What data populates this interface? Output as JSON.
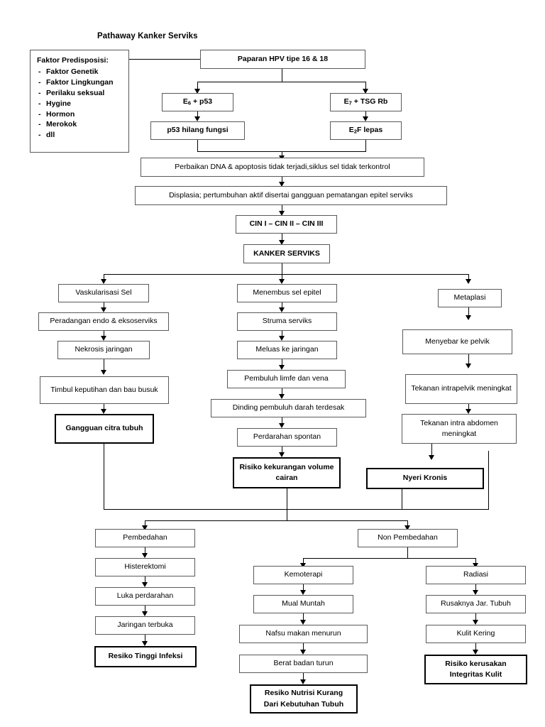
{
  "title": "Pathaway Kanker Serviks",
  "predisposing": {
    "heading": "Faktor Predisposisi:",
    "items": [
      "Faktor Genetik",
      "Faktor Lingkungan",
      "Perilaku seksual",
      "Hygine",
      "Hormon",
      "Merokok",
      "dll"
    ]
  },
  "nodes": {
    "hpv": "Paparan HPV tipe 16 & 18",
    "e6p53": "E₆ + p53",
    "e7tsg": "E₇ + TSG Rb",
    "p53hilang": "p53 hilang fungsi",
    "e2f": "E₂F lepas",
    "perbaikan": "Perbaikan DNA & apoptosis tidak terjadi,siklus sel tidak terkontrol",
    "displasia": "Displasia; pertumbuhan aktif disertai gangguan pematangan epitel serviks",
    "cin": "CIN I – CIN II – CIN III",
    "kanker": "KANKER SERVIKS",
    "vaskularisasi": "Vaskularisasi Sel",
    "peradangan": "Peradangan endo & eksoserviks",
    "nekrosis": "Nekrosis jaringan",
    "keputihan": "Timbul keputihan dan bau busuk",
    "gangguan_citra": "Gangguan citra tubuh",
    "menembus": "Menembus sel epitel",
    "struma": "Struma serviks",
    "meluas": "Meluas ke jaringan",
    "pembuluh_limfe": "Pembuluh limfe dan vena",
    "dinding": "Dinding pembuluh darah terdesak",
    "perdarahan_spontan": "Perdarahan spontan",
    "risiko_volume": "Risiko kekurangan volume cairan",
    "metaplasi": "Metaplasi",
    "menyebar": "Menyebar ke pelvik",
    "intrapelvik": "Tekanan intrapelvik meningkat",
    "intraabdomen": "Tekanan intra abdomen meningkat",
    "nyeri_kronis": "Nyeri Kronis",
    "pembedahan": "Pembedahan",
    "histerektomi": "Histerektomi",
    "luka": "Luka perdarahan",
    "jaringan_terbuka": "Jaringan terbuka",
    "resiko_infeksi": "Resiko Tinggi Infeksi",
    "non_pembedahan": "Non Pembedahan",
    "kemoterapi": "Kemoterapi",
    "mual": "Mual Muntah",
    "nafsu": "Nafsu makan menurun",
    "berat": "Berat badan turun",
    "resiko_nutrisi_l1": "Resiko Nutrisi Kurang",
    "resiko_nutrisi_l2": "Dari Kebutuhan Tubuh",
    "radiasi": "Radiasi",
    "rusaknya": "Rusaknya Jar. Tubuh",
    "kulit_kering": "Kulit Kering",
    "risiko_kulit_l1": "Risiko kerusakan",
    "risiko_kulit_l2": "Integritas Kulit"
  },
  "colors": {
    "line": "#000000",
    "box_border": "#595959",
    "bold_border": "#000000",
    "background": "#ffffff"
  }
}
